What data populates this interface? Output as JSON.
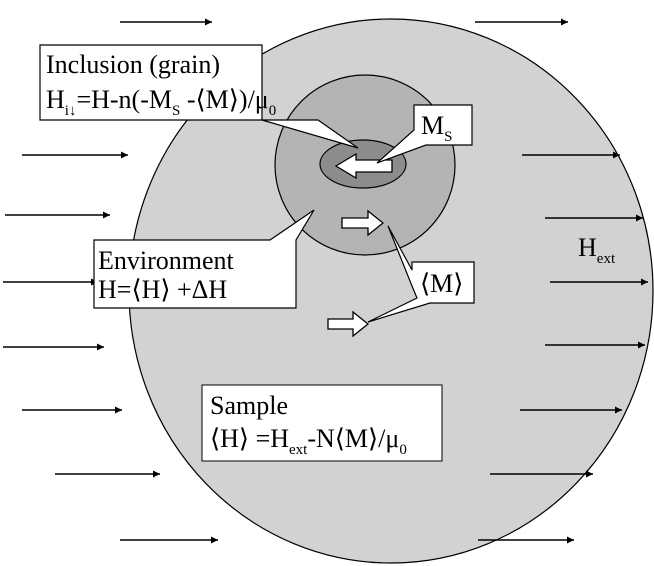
{
  "labels": {
    "inclusion_title": "Inclusion (grain)",
    "inclusion_eq": {
      "H": "H",
      "H_sub": "i↓",
      "eq": "=H-n(-M",
      "Ms_sub": "S",
      "rest": " -⟨M⟩)/μ",
      "mu_sub": "0"
    },
    "environment_title": "Environment",
    "environment_eq": "H=⟨H⟩ +ΔH",
    "sample_title": "Sample",
    "sample_eq": {
      "lhs": "⟨H⟩ =H",
      "H_sub": "ext",
      "rest": "-N⟨M⟩/μ",
      "mu_sub": "0"
    },
    "ms_callout": {
      "M": "M",
      "sub": "S"
    },
    "m_callout": "⟨M⟩",
    "hext": {
      "H": "H",
      "sub": "ext"
    }
  },
  "colors": {
    "sample_fill": "#d2d2d2",
    "environment_fill": "#b4b4b4",
    "inclusion_fill": "#8c8c8c",
    "stroke": "#000000",
    "box_fill": "#ffffff"
  },
  "arrow_icon": "right-arrow-icon",
  "field_arrow_count": 16
}
